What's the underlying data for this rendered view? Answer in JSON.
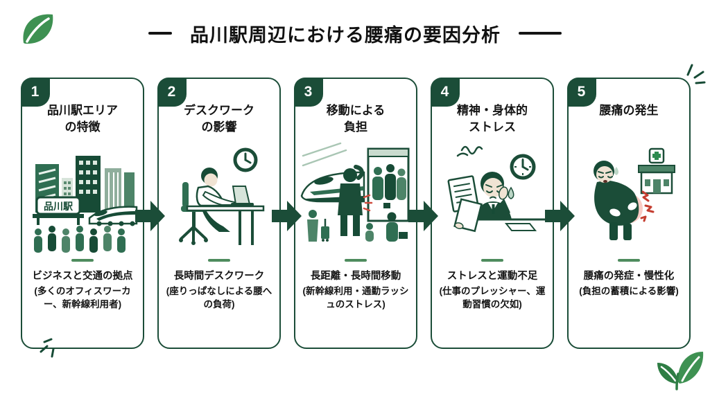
{
  "header": {
    "title": "品川駅周辺における腰痛の要因分析"
  },
  "steps": [
    {
      "number": "1",
      "title_line1": "品川駅エリア",
      "title_line2": "の特徴",
      "sign": "品川駅",
      "lead": "ビジネスと交通の拠点",
      "sub": "(多くのオフィスワーカー、新幹線利用者)"
    },
    {
      "number": "2",
      "title_line1": "デスクワーク",
      "title_line2": "の影響",
      "lead": "長時間デスクワーク",
      "sub": "(座りっぱなしによる腰への負荷)"
    },
    {
      "number": "3",
      "title_line1": "移動による",
      "title_line2": "負担",
      "lead": "長距離・長時間移動",
      "sub": "(新幹線利用・通勤ラッシュのストレス)"
    },
    {
      "number": "4",
      "title_line1": "精神・身体的",
      "title_line2": "ストレス",
      "lead": "ストレスと運動不足",
      "sub": "(仕事のプレッシャー、運動習慣の欠如)"
    },
    {
      "number": "5",
      "title_line1": "腰痛の発生",
      "title_line2": "",
      "lead": "腰痛の発症・慢性化",
      "sub": "(負担の蓄積による影響)"
    }
  ],
  "icons": {
    "top_left": "leaf-icon",
    "bottom_right": "sprout-icon",
    "step1": "city-station-illustration",
    "step2": "desk-work-illustration",
    "step3": "commute-illustration",
    "step4": "stress-illustration",
    "step5": "back-pain-illustration",
    "connector": "right-arrow"
  },
  "colors": {
    "primary_dark": "#1b4d38",
    "primary": "#2f6e52",
    "mid_green": "#4d8468",
    "light_green": "#d7e4da",
    "divider_green": "#4e8c5e",
    "leaf_green": "#3e9152",
    "pain_red": "#cf4a3c",
    "text": "#141414",
    "background": "#ffffff"
  }
}
